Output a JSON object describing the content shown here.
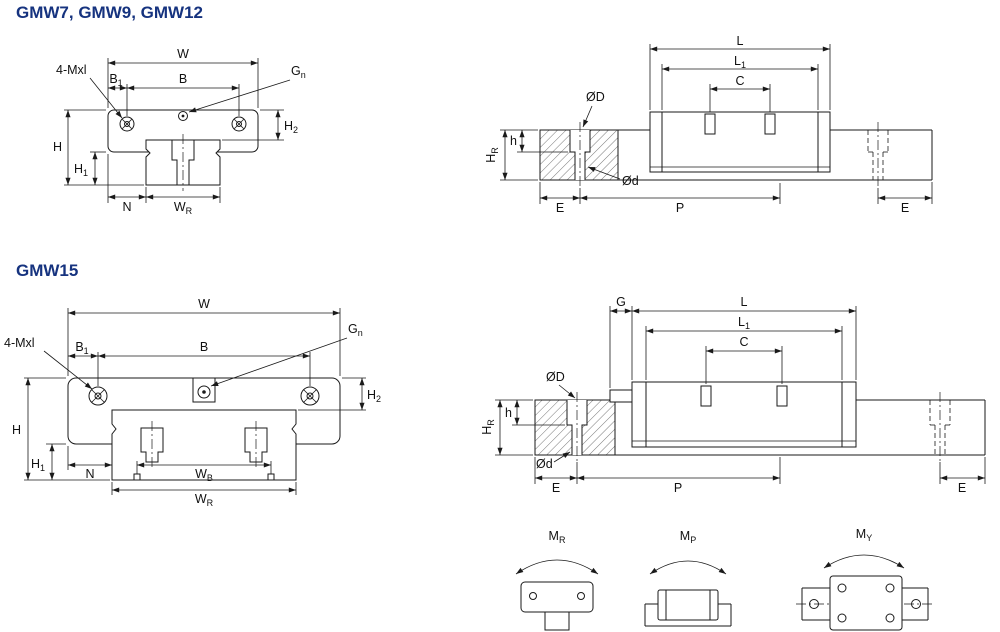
{
  "titles": {
    "series1": "GMW7, GMW9, GMW12",
    "series2": "GMW15"
  },
  "colors": {
    "title_blue": "#16337f",
    "line": "#1a1a1a",
    "background": "#ffffff"
  },
  "labels": {
    "f1": {
      "mxl": "4-Mxl",
      "w": "W",
      "b1": {
        "main": "B",
        "sub": "1"
      },
      "b": "B",
      "gn": {
        "main": "G",
        "sub": "n"
      },
      "h": "H",
      "h1": {
        "main": "H",
        "sub": "1"
      },
      "h2": {
        "main": "H",
        "sub": "2"
      },
      "n": "N",
      "wr": {
        "main": "W",
        "sub": "R"
      }
    },
    "s1": {
      "l": "L",
      "l1": {
        "main": "L",
        "sub": "1"
      },
      "c": "C",
      "od_big": "ØD",
      "od_small": "Ød",
      "hr": {
        "main": "H",
        "sub": "R"
      },
      "h": "h",
      "e_left": "E",
      "p": "P",
      "e_right": "E"
    },
    "f2": {
      "mxl": "4-Mxl",
      "w": "W",
      "b1": {
        "main": "B",
        "sub": "1"
      },
      "b": "B",
      "gn": {
        "main": "G",
        "sub": "n"
      },
      "h": "H",
      "h1": {
        "main": "H",
        "sub": "1"
      },
      "h2": {
        "main": "H",
        "sub": "2"
      },
      "n": "N",
      "wb": {
        "main": "W",
        "sub": "B"
      },
      "wr": {
        "main": "W",
        "sub": "R"
      }
    },
    "s2": {
      "g": "G",
      "l": "L",
      "l1": {
        "main": "L",
        "sub": "1"
      },
      "c": "C",
      "od_big": "ØD",
      "od_small": "Ød",
      "hr": {
        "main": "H",
        "sub": "R"
      },
      "h": "h",
      "e_left": "E",
      "p": "P",
      "e_right": "E"
    },
    "moments": {
      "mr": {
        "main": "M",
        "sub": "R"
      },
      "mp": {
        "main": "M",
        "sub": "P"
      },
      "my": {
        "main": "M",
        "sub": "Y"
      }
    }
  }
}
